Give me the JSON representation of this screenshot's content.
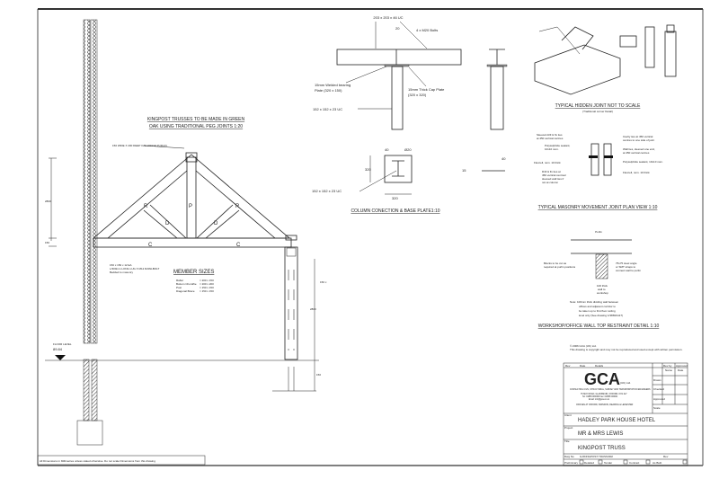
{
  "truss": {
    "title_line1": "KINGPOST TRUSSES TO BE MADE IN GREEN",
    "title_line2": "OAK USING TRADITIONAL PEG JOINTS 1:20",
    "ridge_note": "150 WIDE X 200 DEEP OAK RIDGE PURLIN",
    "member_labels": {
      "rafter": "R",
      "post": "P",
      "brace": "D",
      "chord": "C"
    },
    "wall_note": [
      "150 x 150 x 12 EA",
      "L/300mm LONG LUG X M12 RAWLBOLT",
      "Bedded to masonry"
    ],
    "member_sizes_title": "MEMBER SIZES",
    "member_sizes": [
      {
        "name": "Rafter",
        "size": "= 200 x 150"
      },
      {
        "name": "Bottom Chord/tie",
        "size": "= 200 x 200"
      },
      {
        "name": "Post",
        "size": "= 150 x 150"
      },
      {
        "name": "Diagonal Brace",
        "size": "= 150 x 150"
      }
    ],
    "floor_level_label": "FLOOR LEVEL",
    "floor_level_value": "89.84",
    "dims": {
      "left_height": "2800",
      "left_small": "150",
      "right_height": "2800",
      "right_small": "150",
      "right_top": "150 x"
    }
  },
  "column": {
    "beam_label": "203 x 203 x 46 UC",
    "gap_dim": "20",
    "bolts": "4 x M20 Bolts",
    "bearing_plate": [
      "15mm Welded bearing",
      "Plate (320 x 150)"
    ],
    "cap_plate": [
      "15mm Thick Cap Plate",
      "(320 x 320)"
    ],
    "column_label": "152 x 152 x 23 UC",
    "base_dim_40": "40",
    "base_dim_hole": "Ø20",
    "base_dim_320v": "320",
    "base_dim_320h": "320",
    "base_label": "152 x 152 x 23 UC",
    "side_15": "15",
    "side_40": "40",
    "title": "COLUMN CONECTION & BASE PLATE1:10"
  },
  "hidden_joint": {
    "title": "TYPICAL HIDDEN JOINT NOT TO SCALE",
    "subtitle": "(Traditional corner Detail)"
  },
  "masonry": {
    "left_notes": [
      "Sleeved drill & fix ties",
      "at 450 vertical centres",
      "Polysulphide sealant,",
      "10x10 nom.",
      "Flexcell, nom. 10 thick",
      "Drill & fix ties at",
      "450 vertical centres/",
      "sleeved wall ties if",
      "not at column"
    ],
    "right_notes": [
      "Cavity ties at 450 vertical",
      "centres to one side of joint",
      "Wall ties, sleeved one end,",
      "at 450 vertical centres",
      "Polysulphide sealant, 10x10 nom.",
      "Flexcell, nom. 10 thick"
    ],
    "title": "TYPICAL MASONRY MOVEMENT JOINT  PLAN VIEW 1:10"
  },
  "restraint": {
    "purlin": "Purlin",
    "left_note": [
      "Blocks to be cut as",
      "required at purlin positions"
    ],
    "right_note": [
      "75x75 steel angle",
      "or SMT straps to",
      "connect wall to purlin"
    ],
    "wall_label": [
      "100 thick",
      "wall to",
      "workshop"
    ],
    "note": [
      "Note: 100mm thick dividing wall between",
      "offices and adjacent corridor to",
      "be taken up to first floor ceiling",
      "level only (See drawing 1/3869/1117)"
    ],
    "title": "WORKSHOP/OFFICE WALL TOP RESTRAINT DETAIL 1:10"
  },
  "copyright": [
    "© 2006 GCA (UK) Ltd.",
    "This drawing is copyright and may not be reproduced and used except with written permission."
  ],
  "title_block": {
    "header": [
      "Rev",
      "Date",
      "Details",
      "Rev by",
      "Approved"
    ],
    "logo": "GCA",
    "logo_suffix": "(UK) Ltd.",
    "company_lines": [
      "CONSULTING CIVIL, STRUCTURAL, SURVEY AND TRANSPORTATION ENGINEERS",
      "76 MAY ROAD, GLADSMUIR, OXFORD, OX1 2LY",
      "Tel: 01865 000000  Fax: 01865 000001",
      "Email: info@gca.co.uk",
      "OFFICES AT OXFORD, SWINDON, READING & LEICESTER"
    ],
    "side_labels": [
      "Name",
      "Date",
      "Drawn",
      "Checked",
      "Approved",
      "Scale"
    ],
    "client_label": "Client",
    "client": "HADLEY PARK HOUSE HOTEL",
    "project_label": "Project",
    "project": "MR & MRS LEWIS",
    "title_label": "Title",
    "title": "KINGPOST TRUSS",
    "dwg_label": "Dwg No",
    "dwg_no": "GJ/KINGPOST TRUSS/002",
    "rev_label": "Rev",
    "status": [
      "Preliminary",
      "Detailed",
      "Tender",
      "Contract",
      "As Built"
    ]
  },
  "footer_note": "All Dimensions in Millimetres unless stated otherwise. Do not scale Dimensions from this drawing"
}
